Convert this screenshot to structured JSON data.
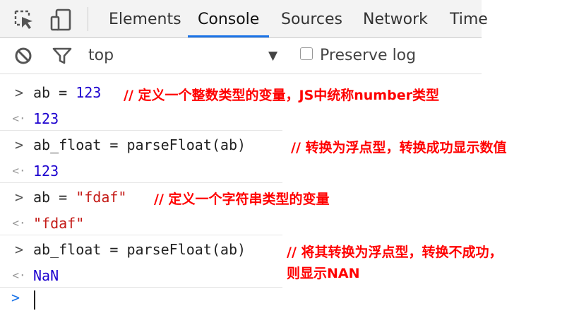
{
  "tabs": [
    "Elements",
    "Console",
    "Sources",
    "Network",
    "Time"
  ],
  "toolbar": {
    "context": "top",
    "preserve_log": "Preserve log",
    "preserve_checked": false
  },
  "console": [
    {
      "kind": "input",
      "lhs": "ab = ",
      "value": "123",
      "value_kind": "number"
    },
    {
      "kind": "output",
      "text": "123",
      "value_kind": "number"
    },
    {
      "kind": "input",
      "lhs": "ab_float = parseFloat(ab)"
    },
    {
      "kind": "output",
      "text": "123",
      "value_kind": "number"
    },
    {
      "kind": "input",
      "lhs": "ab = ",
      "value": "\"fdaf\"",
      "value_kind": "string"
    },
    {
      "kind": "output",
      "text": "\"fdaf\"",
      "value_kind": "string"
    },
    {
      "kind": "input",
      "lhs": "ab_float = parseFloat(ab)"
    },
    {
      "kind": "output",
      "text": "NaN",
      "value_kind": "number"
    }
  ],
  "annotations": [
    "// 定义一个整数类型的变量，JS中统称number类型",
    "// 转换为浮点型，转换成功显示数值",
    "// 定义一个字符串类型的变量",
    "// 将其转换为浮点型，转换不成功，",
    "则显示NAN"
  ],
  "colors": {
    "annotation": "#ff0000",
    "number": "#1c00cf",
    "string": "#c41a16",
    "tab_active": "#1a73e8"
  },
  "icons": [
    "inspect-element-icon",
    "device-toolbar-icon",
    "clear-console-icon",
    "filter-icon",
    "dropdown-arrow-icon",
    "prompt-chevron-icon"
  ]
}
